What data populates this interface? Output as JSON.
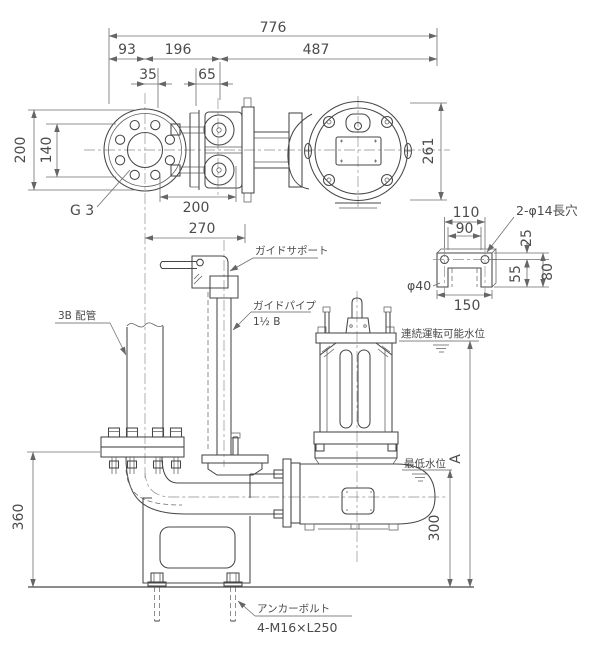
{
  "top_view": {
    "dim_776": "776",
    "dim_93": "93",
    "dim_196": "196",
    "dim_487": "487",
    "dim_35": "35",
    "dim_65": "65",
    "dim_200_flange_od": "200",
    "dim_140_bolt_circle": "140",
    "dim_200_horiz": "200",
    "dim_270": "270",
    "dim_261": "261",
    "label_g3": "G 3"
  },
  "bracket_detail": {
    "dim_110": "110",
    "dim_90": "90",
    "dim_25": "25",
    "dim_55": "55",
    "dim_80": "80",
    "dim_150": "150",
    "label_slot": "2-φ14長穴",
    "label_phi40": "φ40"
  },
  "front_view": {
    "label_guide_support": "ガイドサポート",
    "label_guide_pipe": "ガイドパイプ",
    "label_guide_pipe_size": "1½ B",
    "label_piping": "3B 配管",
    "label_continuous_water_level": "連続運転可能水位",
    "label_lowest_water_level": "最低水位",
    "dim_A": "A",
    "dim_300": "300",
    "dim_360": "360",
    "label_anchor_bolt": "アンカーボルト",
    "label_anchor_bolt_spec": "4-M16×L250"
  },
  "colors": {
    "line": "#474747",
    "dimension": "#6f6f6f",
    "centerline": "#8f8f8f",
    "background": "#ffffff"
  }
}
